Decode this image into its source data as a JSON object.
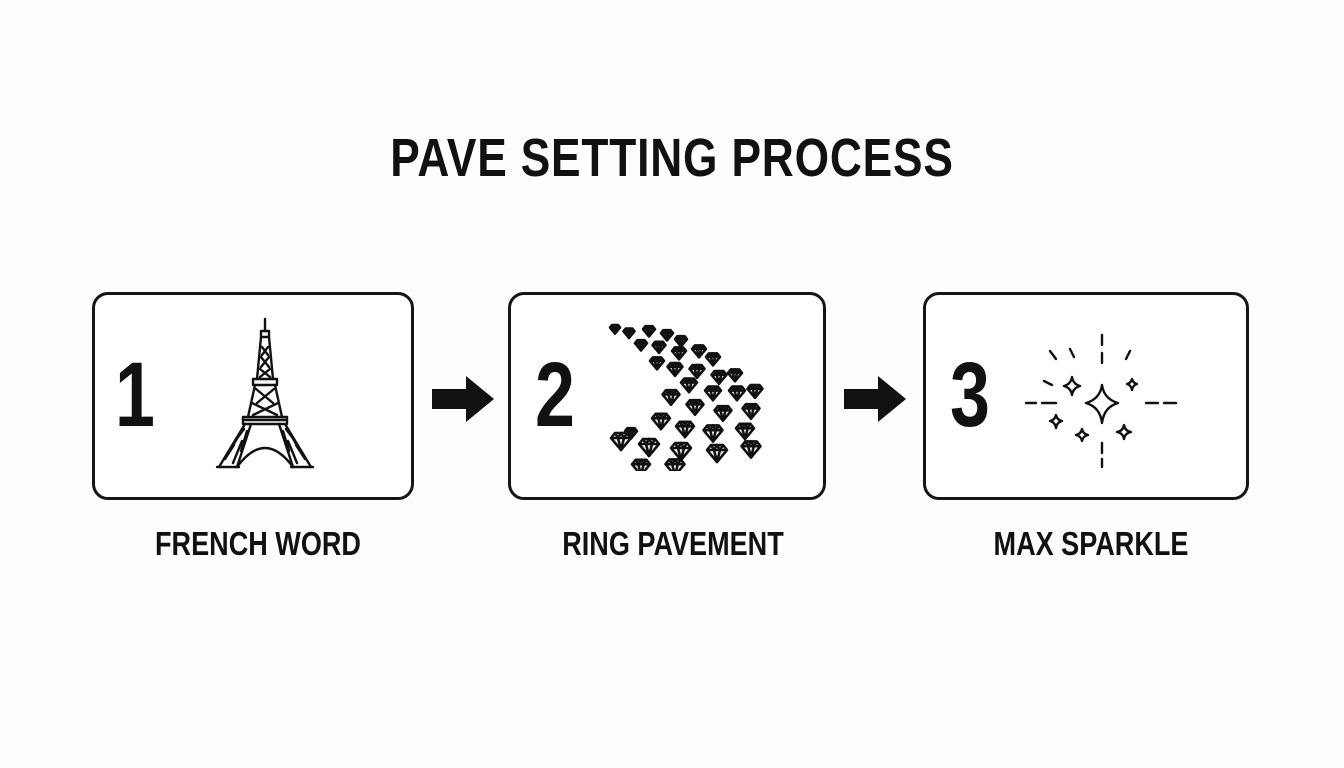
{
  "title": "PAVE SETTING PROCESS",
  "steps": [
    {
      "number": "1",
      "caption": "FRENCH WORD",
      "icon": "eiffel-tower-icon"
    },
    {
      "number": "2",
      "caption": "RING PAVEMENT",
      "icon": "pave-diamonds-icon"
    },
    {
      "number": "3",
      "caption": "MAX SPARKLE",
      "icon": "sparkle-icon"
    }
  ],
  "colors": {
    "ink": "#111111",
    "background": "#fdfdfd",
    "box_fill": "#ffffff"
  }
}
